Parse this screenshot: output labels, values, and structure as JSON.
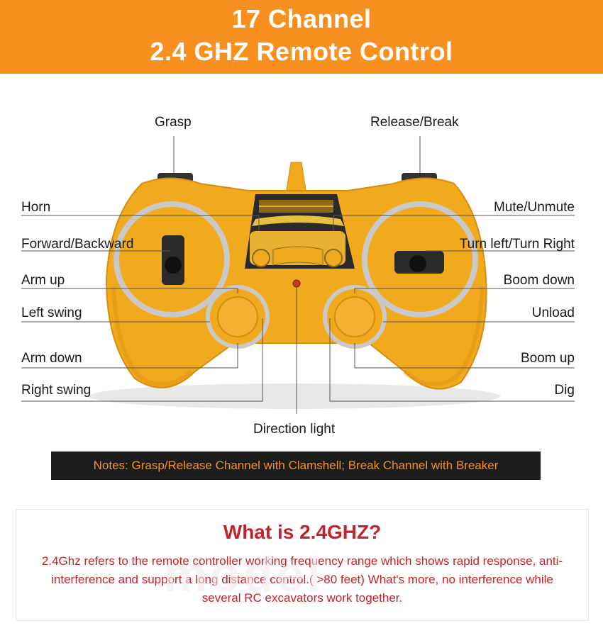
{
  "banner": {
    "line1": "17 Channel",
    "line2": "2.4 GHZ Remote Control"
  },
  "labels": {
    "grasp": "Grasp",
    "release": "Release/Break",
    "horn": "Horn",
    "mute": "Mute/Unmute",
    "forward": "Forward/Backward",
    "turn": "Turn left/Turn Right",
    "arm_up": "Arm up",
    "boom_down": "Boom down",
    "left_swing": "Left swing",
    "unload": "Unload",
    "arm_down": "Arm down",
    "boom_up": "Boom up",
    "right_swing": "Right swing",
    "dig": "Dig",
    "direction_light": "Direction light"
  },
  "notes": "Notes: Grasp/Release Channel with Clamshell; Break Channel with Breaker",
  "info": {
    "title": "What is 2.4GHZ?",
    "body": "2.4Ghz refers to the remote controller working frequency range which shows rapid response, anti-interference and support a long distance control.( >80 feet) What's more, no interference while several RC excavators work together."
  },
  "watermark": "model",
  "colors": {
    "banner": "#f7901e",
    "controller": "#f1a91e",
    "notes_bg": "#1c1c1c",
    "notes_text": "#f7901e",
    "info_text": "#c4232b"
  }
}
